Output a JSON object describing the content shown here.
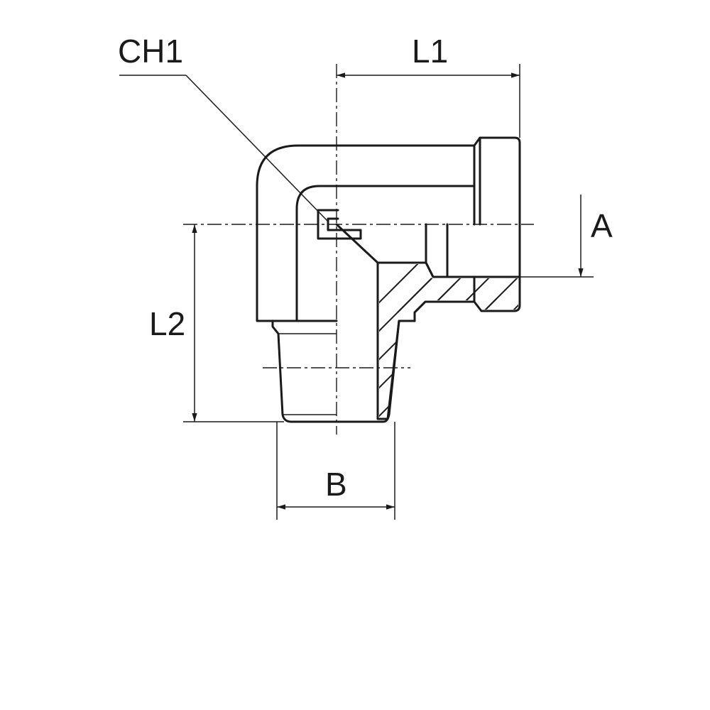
{
  "labels": {
    "ch1": "CH1",
    "l1": "L1",
    "l2": "L2",
    "a": "A",
    "b": "B"
  },
  "colors": {
    "stroke": "#1a1a1a",
    "background": "#ffffff"
  }
}
